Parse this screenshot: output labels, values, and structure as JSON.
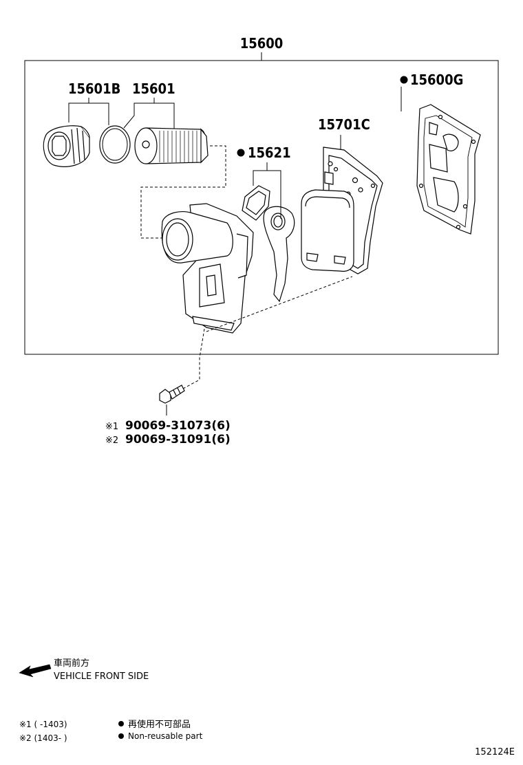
{
  "assembly": {
    "number": "15600"
  },
  "parts": {
    "cap": "15601B",
    "element": "15601",
    "gasket_kit": "15600G",
    "o_ring": "15621",
    "cooler": "15701C"
  },
  "bolt": {
    "line1_mark": "※1",
    "line1_number": "90069-31073(6)",
    "line2_mark": "※2",
    "line2_number": "90069-31091(6)"
  },
  "direction": {
    "jp": "車両前方",
    "en": "VEHICLE FRONT SIDE"
  },
  "legend": {
    "note1": "※1 (      -1403)",
    "note2": "※2 (1403-       )",
    "nonreusable_jp": "再使用不可部品",
    "nonreusable_en": "Non-reusable part"
  },
  "figure_id": "152124E"
}
